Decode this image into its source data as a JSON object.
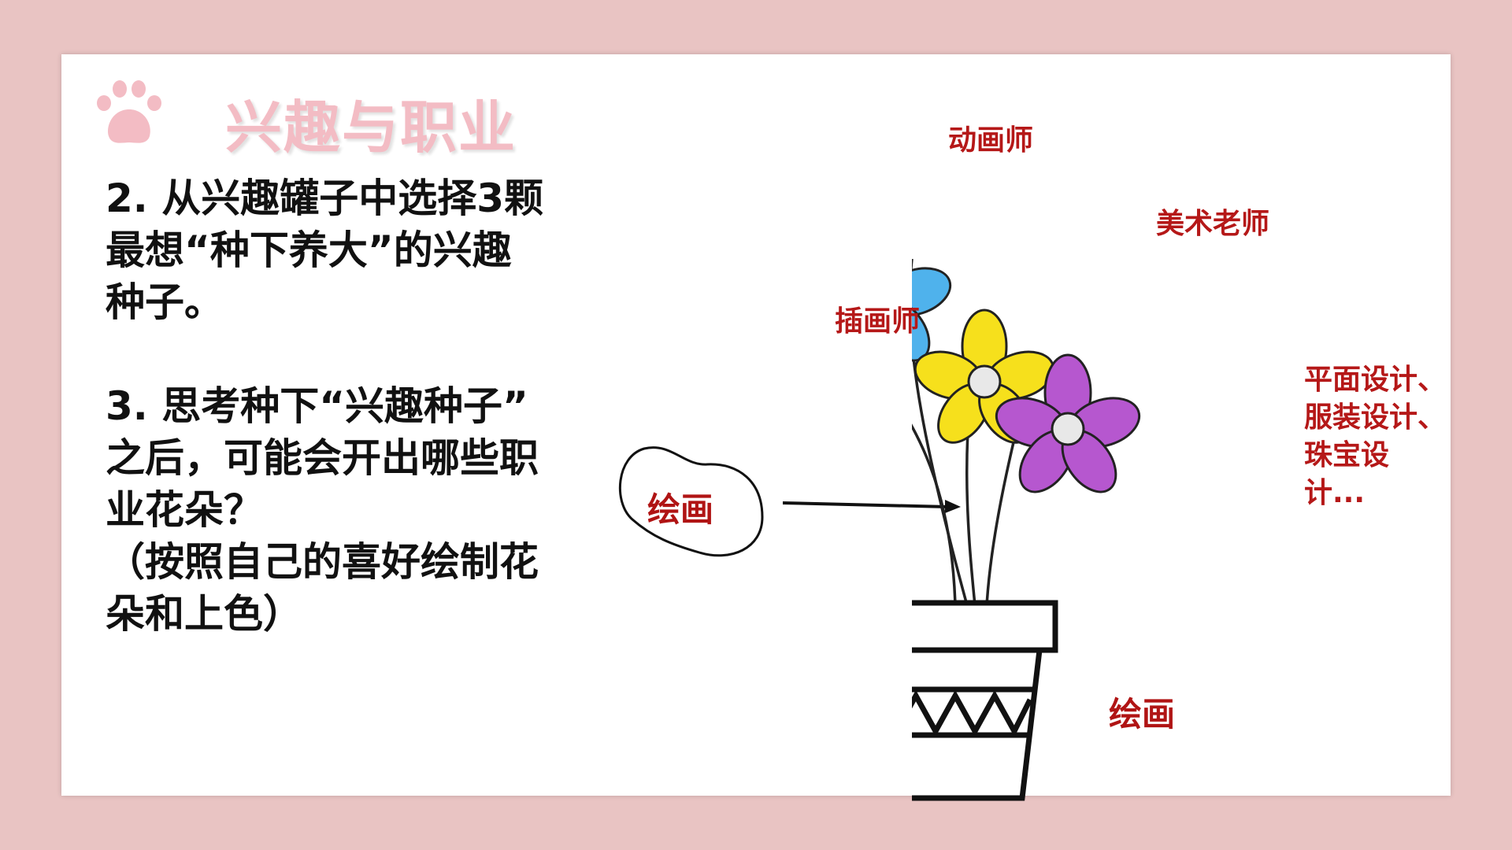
{
  "slide": {
    "title": "兴趣与职业",
    "paragraphs": [
      "2. 从兴趣罐子中选择3颗\n最想“种下养大”的兴趣\n种子。",
      "3. 思考种下“兴趣种子”\n之后，可能会开出哪些职\n业花朵？\n（按照自己的喜好绘制花\n朵和上色）"
    ]
  },
  "diagram": {
    "seed_label": "绘画",
    "pot_label": "绘画",
    "jobs": {
      "animator": "动画师",
      "art_teacher": "美术老师",
      "illustrator": "插画师",
      "designers": "平面设计、\n服装设计、\n珠宝设\n计..."
    },
    "flower_colors": {
      "blue": "#4fb2ec",
      "red": "#e8323c",
      "yellow": "#f6e01c",
      "purple": "#b657cf"
    },
    "icons": [
      "paw-icon",
      "arrow-right-icon"
    ]
  }
}
